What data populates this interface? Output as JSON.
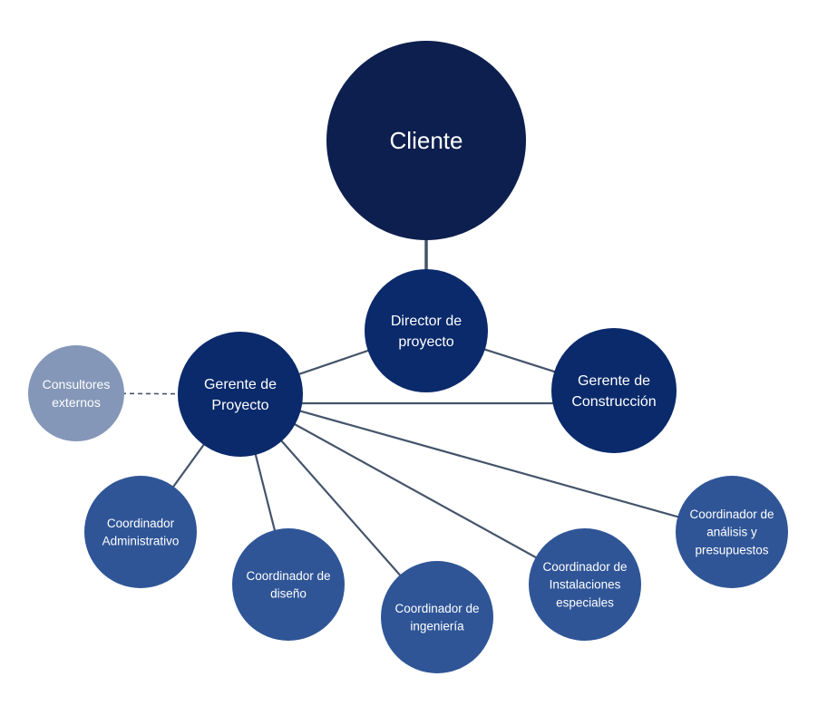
{
  "colors": {
    "cliente": "#0c1f4e",
    "management": "#0a2a6b",
    "coordinator": "#2f5597",
    "external": "#8497b8",
    "line": "#44546a"
  },
  "nodes": {
    "cliente": {
      "lines": [
        "Cliente"
      ]
    },
    "director": {
      "lines": [
        "Director de",
        "proyecto"
      ]
    },
    "gerente_proyecto": {
      "lines": [
        "Gerente de",
        "Proyecto"
      ]
    },
    "gerente_construccion": {
      "lines": [
        "Gerente de",
        "Construcción"
      ]
    },
    "consultores": {
      "lines": [
        "Consultores",
        "externos"
      ]
    },
    "coord_admin": {
      "lines": [
        "Coordinador",
        "Administrativo"
      ]
    },
    "coord_diseno": {
      "lines": [
        "Coordinador de",
        "diseño"
      ]
    },
    "coord_ingenieria": {
      "lines": [
        "Coordinador de",
        "ingeniería"
      ]
    },
    "coord_instalaciones": {
      "lines": [
        "Coordinador de",
        "Instalaciones",
        "especiales"
      ]
    },
    "coord_analisis": {
      "lines": [
        "Coordinador  de",
        "análisis y",
        "presupuestos"
      ]
    }
  },
  "edges": [
    {
      "from": "cliente",
      "to": "director",
      "style": "solid"
    },
    {
      "from": "director",
      "to": "gerente_proyecto",
      "style": "solid"
    },
    {
      "from": "director",
      "to": "gerente_construccion",
      "style": "solid"
    },
    {
      "from": "gerente_proyecto",
      "to": "gerente_construccion",
      "style": "solid"
    },
    {
      "from": "gerente_proyecto",
      "to": "consultores",
      "style": "dashed"
    },
    {
      "from": "gerente_proyecto",
      "to": "coord_admin",
      "style": "solid"
    },
    {
      "from": "gerente_proyecto",
      "to": "coord_diseno",
      "style": "solid"
    },
    {
      "from": "gerente_proyecto",
      "to": "coord_ingenieria",
      "style": "solid"
    },
    {
      "from": "gerente_proyecto",
      "to": "coord_instalaciones",
      "style": "solid"
    },
    {
      "from": "gerente_proyecto",
      "to": "coord_analisis",
      "style": "solid"
    }
  ]
}
